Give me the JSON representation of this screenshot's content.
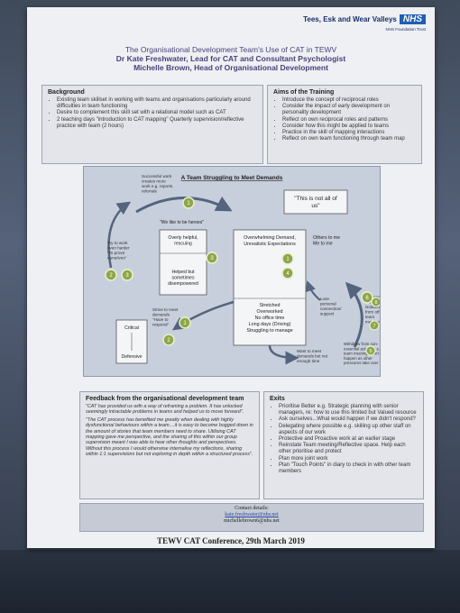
{
  "logo": {
    "trust_name": "Tees, Esk and Wear Valleys",
    "nhs": "NHS",
    "trust_sub": "NHS Foundation Trust"
  },
  "title": {
    "line1": "The Organisational Development Team's Use of CAT in TEWV",
    "line2": "Dr Kate Freshwater, Lead for CAT and Consultant Psychologist",
    "line3": "Michelle Brown, Head of Organisational Development"
  },
  "background": {
    "heading": "Background",
    "items": [
      "Existing team skillset in working with teams and organisations particularly around difficulties in team functioning",
      "Desire to complement this skill set with a relational model such as CAT",
      "2 teaching days \"introduction to CAT mapping\" Quarterly supervision/reflective practice with team (2 hours)"
    ]
  },
  "aims": {
    "heading": "Aims of the Training",
    "items": [
      "Introduce the concept of reciprocal roles",
      "Consider the impact of early development on personality development",
      "Reflect on own reciprocal roles and patterns",
      "Consider how this might be applied to teams",
      "Practice in the skill of mapping interactions",
      "Reflect on own team functioning through team map"
    ]
  },
  "diagram": {
    "title": "A Team Struggling to Meet Demands",
    "quote": "\"This is not all of us\"",
    "successful": "Successful work creates more work e.g. reports, referrals",
    "heroes": "\"We like to be heroes\"",
    "helpful": "Overly helpful, rescuing",
    "helped": "Helped but sometimes disempowered",
    "demand": "Overwhelming Demand, Unrealistic Expectations",
    "others": "Others to me Me to me",
    "stretched": "Stretched Overworked No office time Long days (Driving) Struggling to manage",
    "try": "Try to work even harder \"To prove ourselves\"",
    "strive": "Strive to meet demands \"Have to respond\"",
    "critical": "Critical",
    "defensive": "Defensive",
    "lose": "Lose personal connection/ support",
    "isolated": "Become more isolated from other team members",
    "want": "Want to meet demands but not enough time",
    "withdraw": "Withdraw from non-essential activities e.g. team meetings don't happen as other pressures take over",
    "numbers": [
      "1",
      "2",
      "3",
      "1",
      "4",
      "5",
      "6",
      "7",
      "8",
      "1",
      "2",
      "3"
    ]
  },
  "feedback": {
    "heading": "Feedback from the organisational development team",
    "quote1": "\"CAT has provided us with a way of reframing a problem. It has unlocked seemingly intractable problems in teams and helped us to move forward\".",
    "quote2": "\"The CAT process has benefited me greatly when dealing with highly dysfunctional behaviours within a team....it is easy to become bogged down in the amount of stories that team members need to share. Utilising CAT mapping gave me perspective, and the sharing of this within our group supervision meant I was able to hear other thoughts and perspectives. Without this process I would otherwise internalise my reflections, sharing within 1:1 supervisions but not exploring in depth within a structured process\"."
  },
  "exits": {
    "heading": "Exits",
    "items": [
      "Prioritise Better e.g. Strategic planning with senior managers, re: how to use this limited but Valued resource",
      "Ask ourselves...What would happen if we didn't respond?",
      "Delegating where possible e.g. skilling up other staff on aspects of our work",
      "Protective and Proactive work at an earlier stage",
      "Reinstate Team meeting/Reflective space. Help each other prioritise and protect",
      "Plan more joint work",
      "Plan \"Touch Points\" in diary to check in with other team members"
    ]
  },
  "contact": {
    "label": "Contact details:",
    "email1": "kate.freshwater@nhs.net",
    "email2": "michellebrown6@nhs.net"
  },
  "footer": "TEWV CAT Conference, 29th March 2019",
  "colors": {
    "accent": "#4b3f7a",
    "node_green": "#8ea648",
    "panel": "#c7cfdc",
    "nhs_blue": "#1f5fb0"
  }
}
